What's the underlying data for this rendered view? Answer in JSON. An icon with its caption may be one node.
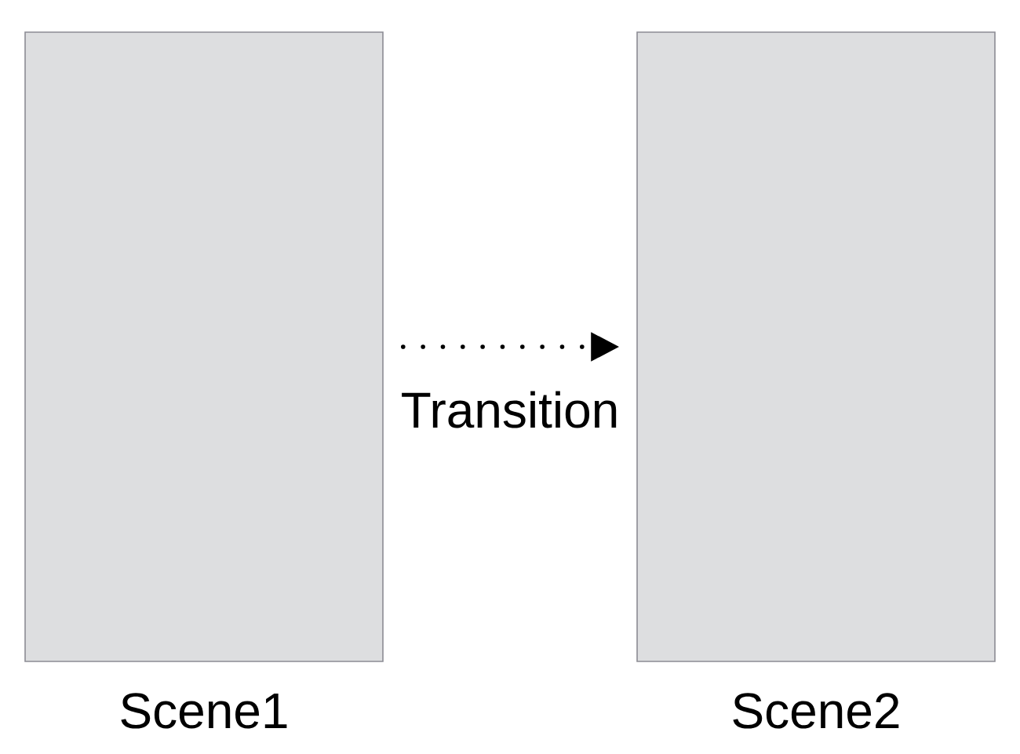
{
  "diagram": {
    "nodes": [
      {
        "text": [
          "Scene1"
        ]
      },
      {
        "text": [
          "Scene2"
        ]
      }
    ],
    "edges": [
      {
        "from": 0,
        "to": 1,
        "arrow": "to",
        "style": "dashed",
        "label": "Transition"
      }
    ]
  }
}
